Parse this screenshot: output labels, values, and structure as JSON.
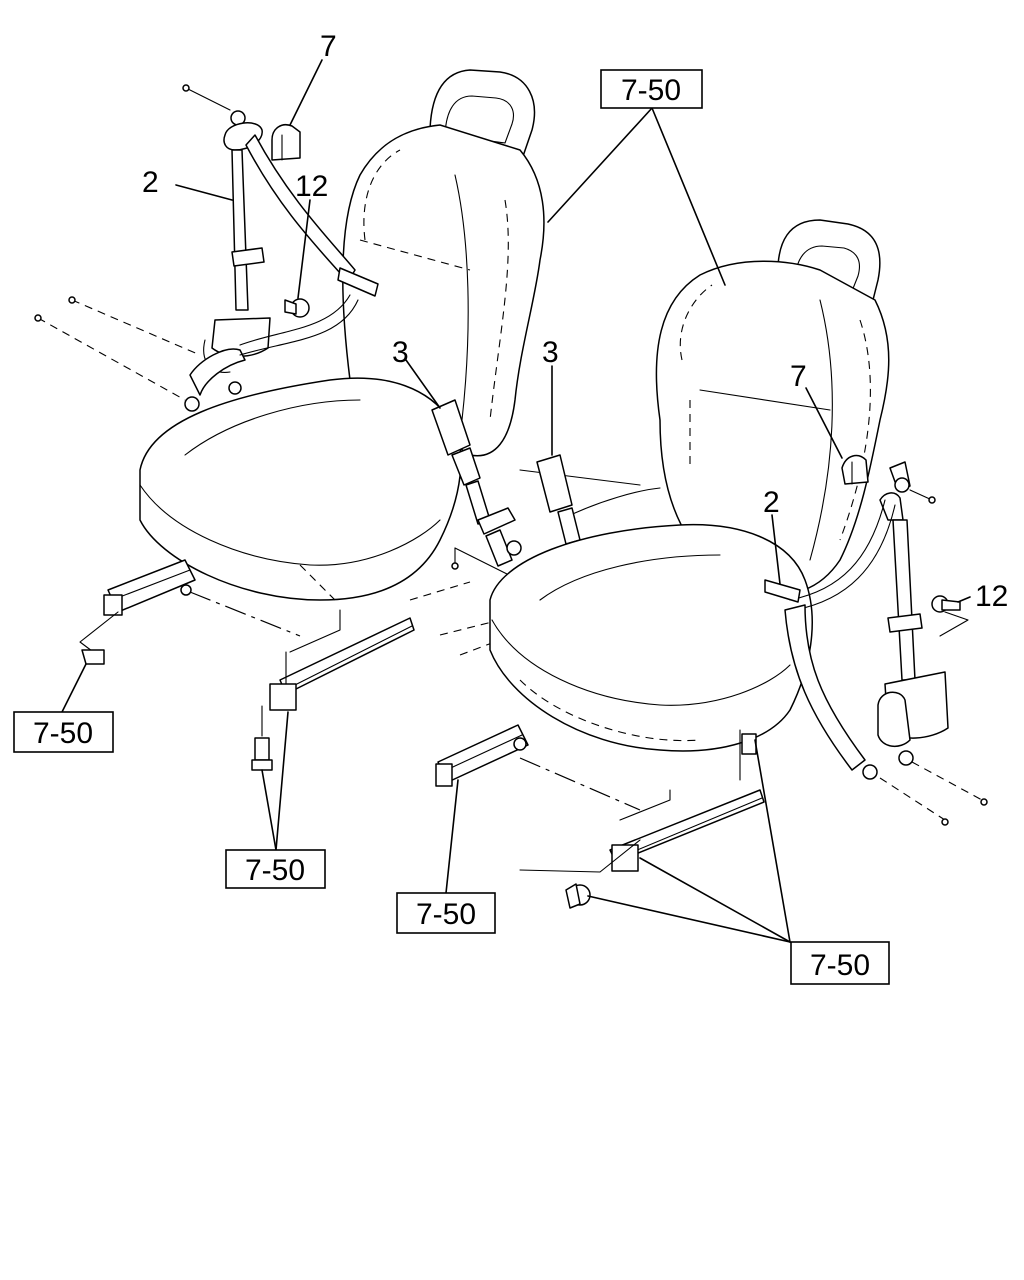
{
  "callouts": {
    "belt_cover_left": "7",
    "belt_left": "2",
    "bolt_left": "12",
    "buckle_left_outer": "3",
    "buckle_left_inner": "3",
    "belt_cover_right": "7",
    "belt_right": "2",
    "bolt_right": "12"
  },
  "references": {
    "seat_top": "7-50",
    "rail_left_lever": "7-50",
    "rail_left_bolts": "7-50",
    "rail_right": "7-50",
    "rail_right_bolts": "7-50"
  }
}
